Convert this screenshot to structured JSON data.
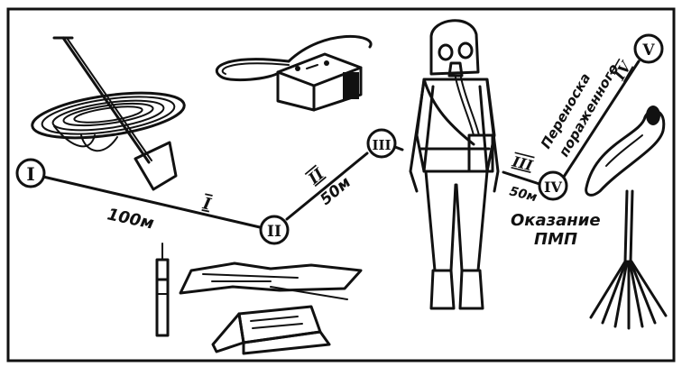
{
  "stations": [
    {
      "id": "1",
      "numeral": "I"
    },
    {
      "id": "2",
      "numeral": "II"
    },
    {
      "id": "3",
      "numeral": "III"
    },
    {
      "id": "4",
      "numeral": "IV"
    },
    {
      "id": "5",
      "numeral": "V"
    }
  ],
  "segments": [
    {
      "id": "1-2",
      "stage": "I",
      "distance": "100м"
    },
    {
      "id": "2-3",
      "stage": "II",
      "distance": "50м"
    },
    {
      "id": "3-4",
      "stage": "III",
      "distance": "50м"
    },
    {
      "id": "4-5",
      "stage": "IV"
    }
  ],
  "annotations": {
    "first_aid_line1": "Оказание",
    "first_aid_line2": "ПМП",
    "carry_line1": "Переноска",
    "carry_line2": "пораженного"
  },
  "items": {
    "shovel": "shovel-icon",
    "rope": "rope-coil-icon",
    "radiometer": "dosimeter-device-icon",
    "gas_mask_suit": "protective-suit-figure",
    "stretcher_mask": "face-mask-icon",
    "broom": "broom-icon",
    "syringe": "syringe-icon",
    "cloth": "protective-cloth-icon",
    "first_aid_pack": "first-aid-package-icon"
  }
}
